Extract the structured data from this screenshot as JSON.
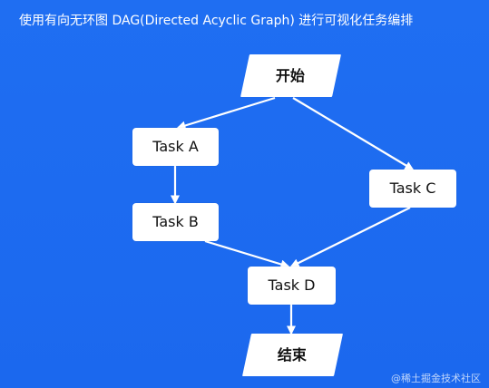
{
  "title": "使用有向无环图 DAG(Directed Acyclic Graph) 进行可视化任务编排",
  "nodes": {
    "start": "开始",
    "task_a": "Task A",
    "task_b": "Task B",
    "task_c": "Task C",
    "task_d": "Task D",
    "end": "结束"
  },
  "watermark": "@稀土掘金技术社区",
  "colors": {
    "background": "#1f6ef1",
    "node_fill": "#ffffff",
    "arrow": "#ffffff",
    "text": "#111111"
  }
}
